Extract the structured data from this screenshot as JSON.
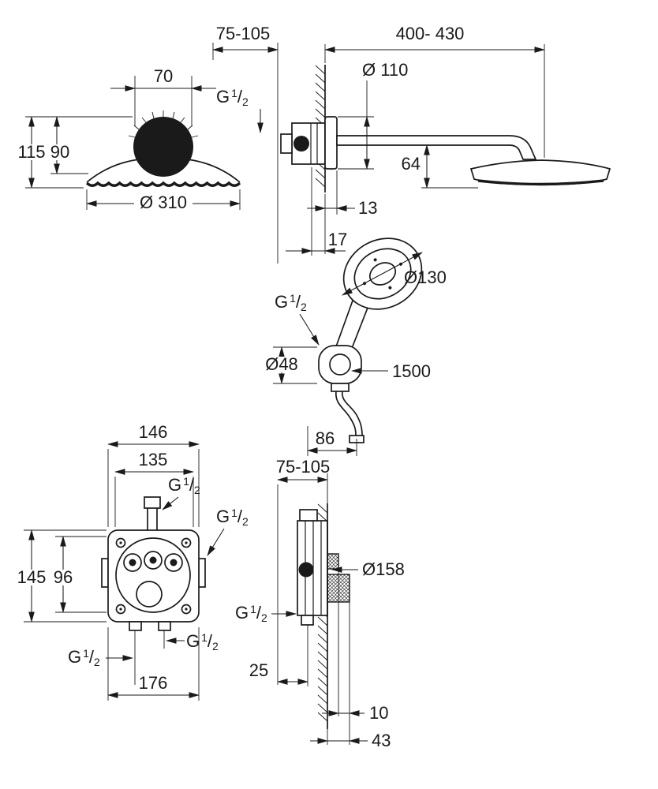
{
  "canvas": {
    "bg": "#ffffff",
    "ink": "#1a1a1a"
  },
  "thread": {
    "g": "G",
    "num": "1",
    "slash": "/",
    "den": "2"
  },
  "head_top_view": {
    "d70": "70",
    "d115": "115",
    "d90": "90",
    "d310": "Ø 310"
  },
  "head_side_view": {
    "range_depth": "75-105",
    "range_reach": "400- 430",
    "d110": "Ø 110",
    "d64": "64",
    "d13": "13",
    "d17": "17"
  },
  "hand_shower_view": {
    "d130": "Ø130",
    "d48": "Ø48",
    "hose_length": "1500",
    "d86": "86"
  },
  "box_front_view": {
    "d146": "146",
    "d135": "135",
    "d145": "145",
    "d96": "96",
    "d176": "176"
  },
  "box_side_view": {
    "range_depth": "75-105",
    "d158": "Ø158",
    "d25": "25",
    "d10": "10",
    "d43": "43"
  }
}
